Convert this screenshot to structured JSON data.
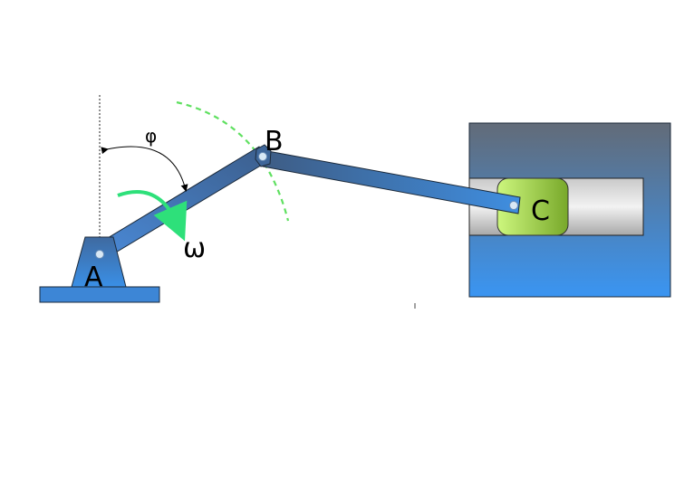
{
  "labels": {
    "A": "A",
    "B": "B",
    "C": "C",
    "phi": "φ",
    "omega": "ω"
  },
  "colors": {
    "link_dark": "#3b5f8f",
    "link_light": "#4a8ad8",
    "housing_top": "#5f6b7c",
    "housing_bottom": "#3a93f0",
    "slider_light": "#c8f57a",
    "slider_dark": "#7fb02a",
    "omega_arrow": "#2ee07a",
    "trajectory": "#5fe060",
    "base": "#3d86d6"
  }
}
